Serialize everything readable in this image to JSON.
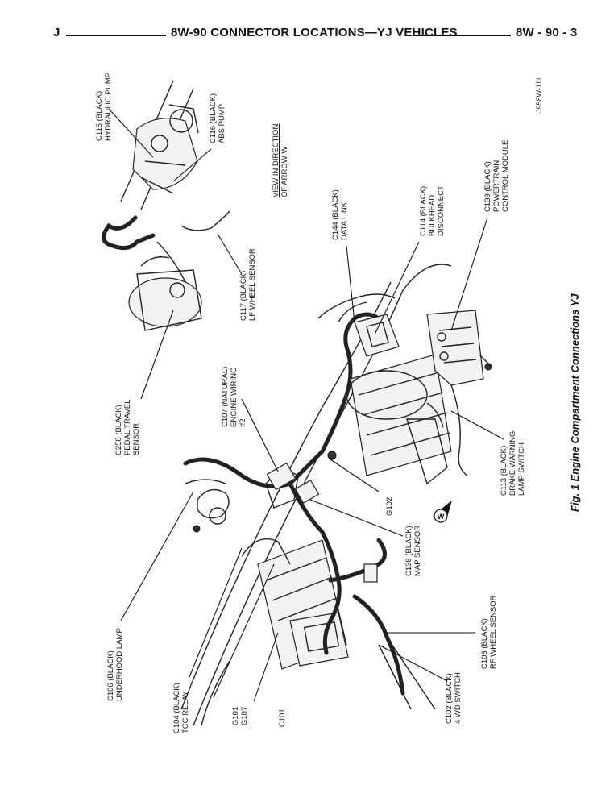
{
  "header": {
    "left_letter": "J",
    "title": "8W-90 CONNECTOR LOCATIONS—YJ VEHICLES",
    "page_number": "8W - 90 - 3"
  },
  "figure": {
    "caption": "Fig. 1 Engine Compartment Connections YJ",
    "reference_code": "J958W-111",
    "view_note": [
      "VIEW IN DIRECTION",
      "OF ARROW W"
    ],
    "arrow_letter": "W"
  },
  "callouts": {
    "c115": [
      "C115 (BLACK)",
      "HYDRAULIC PUMP"
    ],
    "c116": [
      "C116 (BLACK)",
      "ABS PUMP"
    ],
    "c117": [
      "C117 (BLACK)",
      "LF WHEEL SENSOR"
    ],
    "c144": [
      "C144 (BLACK)",
      "DATA LINK"
    ],
    "c114": [
      "C114 (BLACK)",
      "BULKHEAD",
      "DISCONNECT"
    ],
    "c139": [
      "C139 (BLACK)",
      "POWERTRAIN",
      "CONTROL MODULE"
    ],
    "c258": [
      "C258 (BLACK)",
      "PEDAL TRAVEL",
      "SENSOR"
    ],
    "c107": [
      "C107 (NATURAL)",
      "ENGINE WIRING",
      "#2"
    ],
    "c113": [
      "C113 (BLACK)",
      "BRAKE WARNING",
      "LAMP SWITCH"
    ],
    "g102": [
      "G102"
    ],
    "c138": [
      "C138 (BLACK)",
      "MAP SENSOR"
    ],
    "c106": [
      "C106 (BLACK)",
      "UNDERHOOD LAMP"
    ],
    "c104": [
      "C104 (BLACK)",
      "TCC RELAY"
    ],
    "g101": [
      "G101",
      "G107"
    ],
    "c101": [
      "C101"
    ],
    "c102": [
      "C102 (BLACK)",
      "4 WD SWITCH"
    ],
    "c103": [
      "C103 (BLACK)",
      "RF WHEEL SENSOR"
    ]
  }
}
